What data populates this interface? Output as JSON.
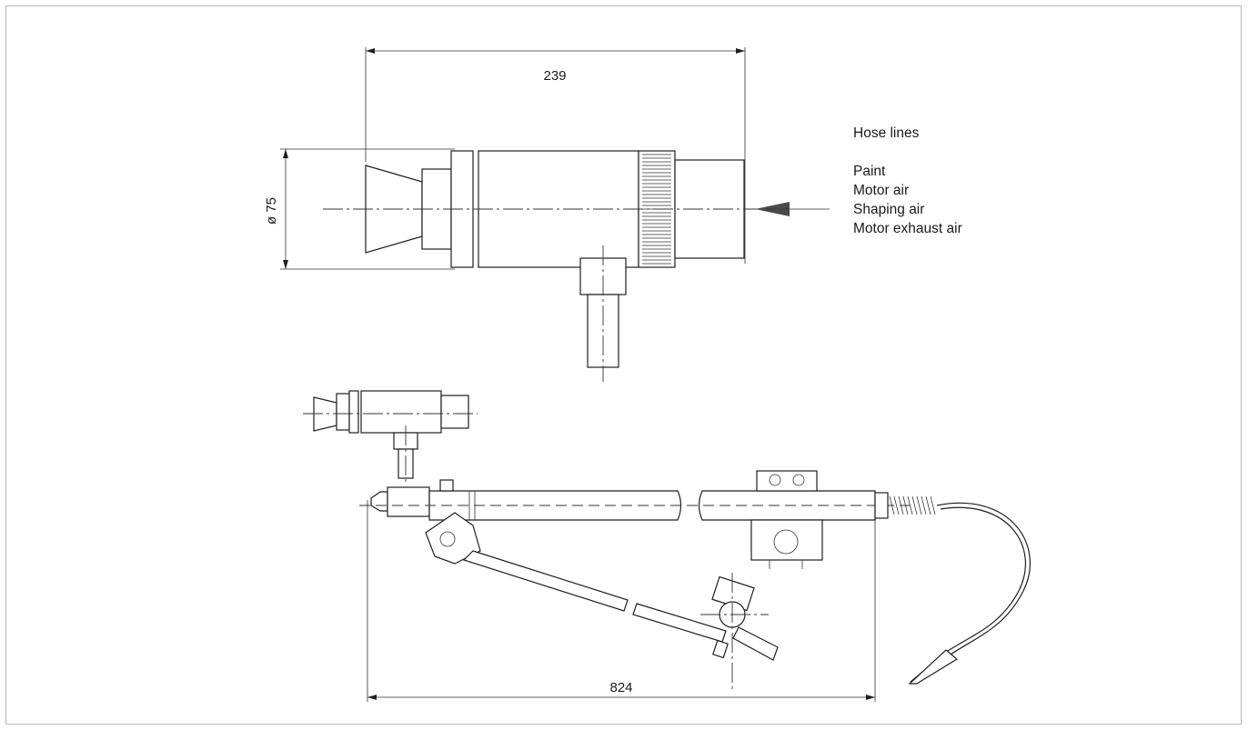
{
  "dimensions": {
    "length": "239",
    "diameter": "ø 75",
    "overall": "824"
  },
  "legend": {
    "heading": "Hose lines",
    "items": [
      "Paint",
      "Motor air",
      "Shaping air",
      "Motor exhaust air"
    ]
  }
}
